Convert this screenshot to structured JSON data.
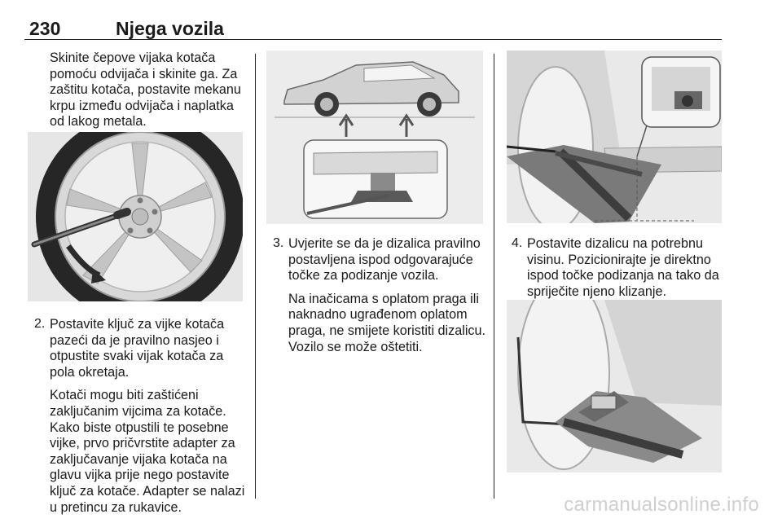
{
  "header": {
    "page_number": "230",
    "title": "Njega vozila"
  },
  "col1": {
    "intro": [
      "Skinite čepove vijaka kotača",
      "pomoću odvijača i skinite ga. Za",
      "zaštitu kotača, postavite mekanu",
      "krpu između odvijača i naplatka",
      "od lakog metala."
    ],
    "step2_num": "2.",
    "step2": [
      "Postavite ključ za vijke kotača",
      "pazeći da je pravilno nasjeo i",
      "otpustite svaki vijak kotača za",
      "pola okretaja."
    ],
    "note": [
      "Kotači mogu biti zaštićeni",
      "zaključanim vijcima za kotače.",
      "Kako biste otpustili te posebne",
      "vijke, prvo pričvrstite adapter za",
      "zaključavanje vijaka kotača na",
      "glavu vijka prije nego postavite",
      "ključ za kotače. Adapter se nalazi",
      "u pretincu za rukavice."
    ]
  },
  "col2": {
    "step3_num": "3.",
    "step3": [
      "Uvjerite se da je dizalica pravilno",
      "postavljena ispod odgovarajuće",
      "točke za podizanje vozila."
    ],
    "note": [
      "Na inačicama s oplatom praga ili",
      "naknadno ugrađenom oplatom",
      "praga, ne smijete koristiti dizalicu.",
      "Vozilo se može oštetiti."
    ]
  },
  "col3": {
    "step4_num": "4.",
    "step4": [
      "Postavite dizalicu na potrebnu",
      "visinu. Pozicionirajte je direktno",
      "ispod točke podizanja na tako da",
      "spriječite njeno klizanje."
    ]
  },
  "footer": {
    "watermark": "carmanualsonline.info"
  }
}
